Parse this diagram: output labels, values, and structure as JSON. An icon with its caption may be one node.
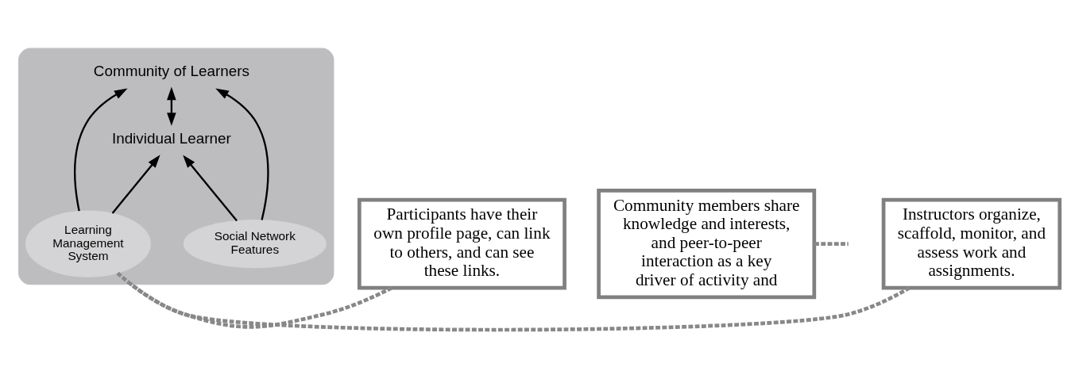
{
  "diagram": {
    "nodes": [
      {
        "text": [],
        "shape": "ellipse"
      },
      {
        "text": [
          "Community of Learners"
        ],
        "in": 0
      },
      {
        "text": [
          "Social Network Features"
        ],
        "in": 0
      },
      {
        "text": [
          "Learning Management System"
        ],
        "in": 0
      },
      {
        "text": [
          "Individual Learner"
        ],
        "in": 0
      },
      {
        "text": [
          "Participants have their own profile page, can link to others, and can see these links."
        ]
      },
      {
        "text": [
          "Community members share knowledge and interests, and peer-to-peer interaction as a key driver of activity and"
        ]
      },
      {
        "text": [
          "Instructors organize, scaffold, monitor, and assess work and assignments."
        ]
      }
    ],
    "edges": [
      {
        "from": 2,
        "to": 1,
        "arrow": "to"
      },
      {
        "from": 3,
        "to": 1,
        "arrow": "to"
      },
      {
        "from": 4,
        "to": 1,
        "arrow": "both"
      },
      {
        "from": 2,
        "to": 4,
        "arrow": "to"
      },
      {
        "from": 3,
        "to": 4,
        "arrow": "to"
      },
      {
        "from": 5,
        "to": 0,
        "arrow": "none",
        "style": "dashed",
        "color": "#888888"
      },
      {
        "from": 6,
        "to": null,
        "arrow": "none",
        "style": "dashed",
        "color": "#888888"
      },
      {
        "from": 7,
        "to": 3,
        "arrow": "none",
        "style": "dashed",
        "color": "#888888"
      }
    ]
  }
}
